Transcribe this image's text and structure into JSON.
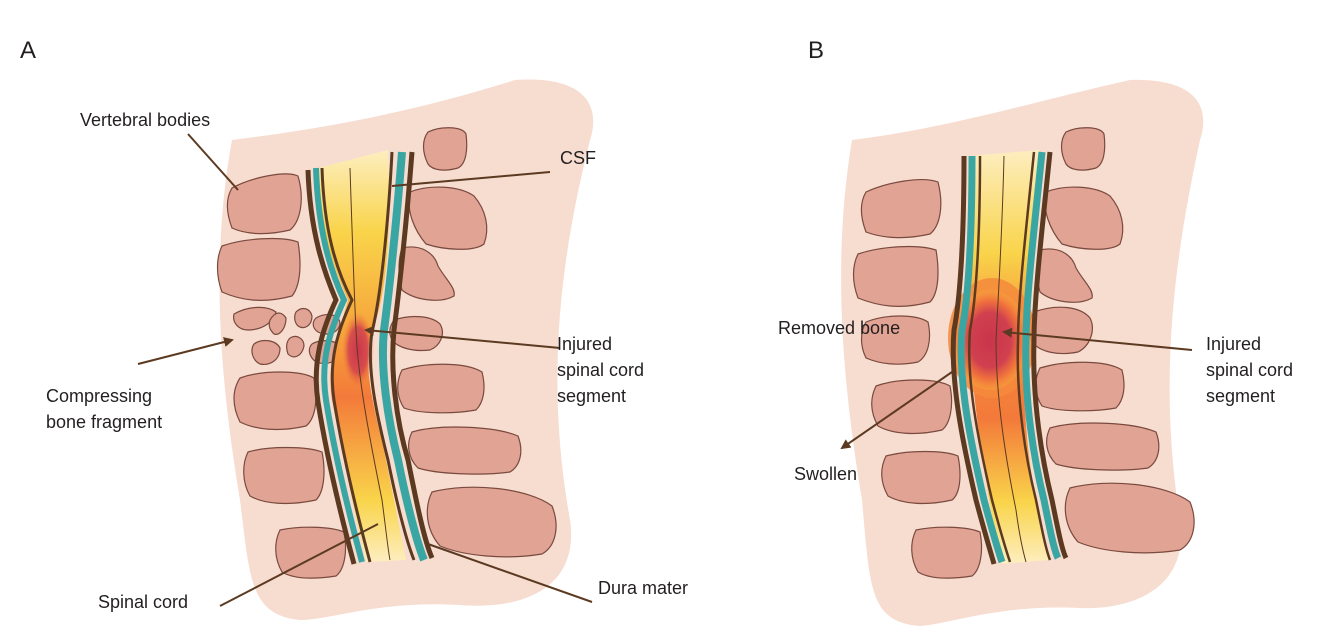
{
  "panel_a": {
    "letter": "A",
    "labels": {
      "vertebral_bodies": "Vertebral bodies",
      "csf": "CSF",
      "injured_line1": "Injured",
      "injured_line2": "spinal cord",
      "injured_line3": "segment",
      "compressing_line1": "Compressing",
      "compressing_line2": "bone fragment",
      "spinal_cord": "Spinal cord",
      "dura_mater": "Dura mater"
    }
  },
  "panel_b": {
    "letter": "B",
    "labels": {
      "removed_bone": "Removed bone",
      "injured_line1": "Injured",
      "injured_line2": "spinal cord",
      "injured_line3": "segment",
      "swollen": "Swollen"
    }
  },
  "colors": {
    "tissue": "#f7dcd0",
    "bone": "#e0a394",
    "bone_outline": "#7a4a3e",
    "dura": "#5c3a21",
    "csf": "#3aa6a4",
    "injury": "#c9354b",
    "leader": "#5c3a21"
  }
}
